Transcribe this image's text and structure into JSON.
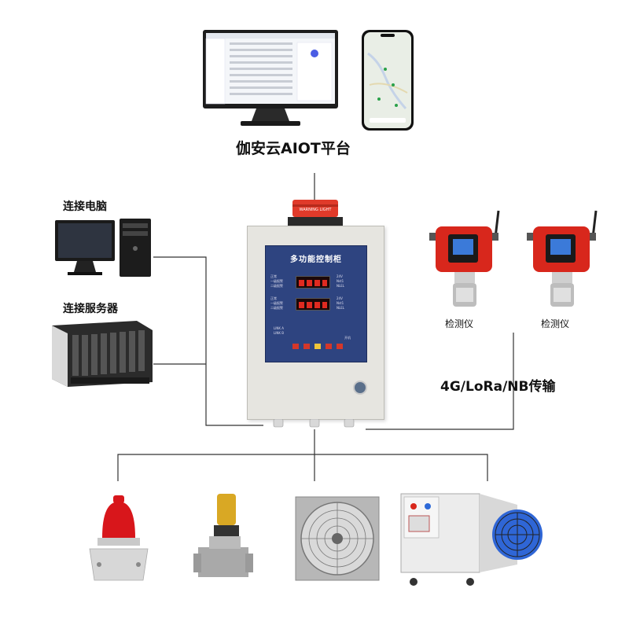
{
  "platform": {
    "label": "伽安云AIOT平台"
  },
  "left": {
    "pc_label": "连接电脑",
    "server_label": "连接服务器"
  },
  "controller": {
    "title": "多功能控制柜",
    "alarm_light_text": "WARNING LIGHT",
    "row1": [
      "正常",
      "一级报警",
      "二级报警"
    ],
    "row2": [
      "正常",
      "一级报警",
      "二级报警"
    ],
    "status_labels": [
      "24V",
      "Nst1",
      "NLEL"
    ],
    "link_labels": [
      "LINK A",
      "LINK B"
    ],
    "power_label": "开机"
  },
  "detectors": [
    {
      "label": "检测仪"
    },
    {
      "label": "检测仪"
    }
  ],
  "transmission": {
    "label": "4G/LoRa/NB传输"
  },
  "outputs": [
    "alarm-light",
    "solenoid-valve",
    "exhaust-fan",
    "air-heater"
  ]
}
